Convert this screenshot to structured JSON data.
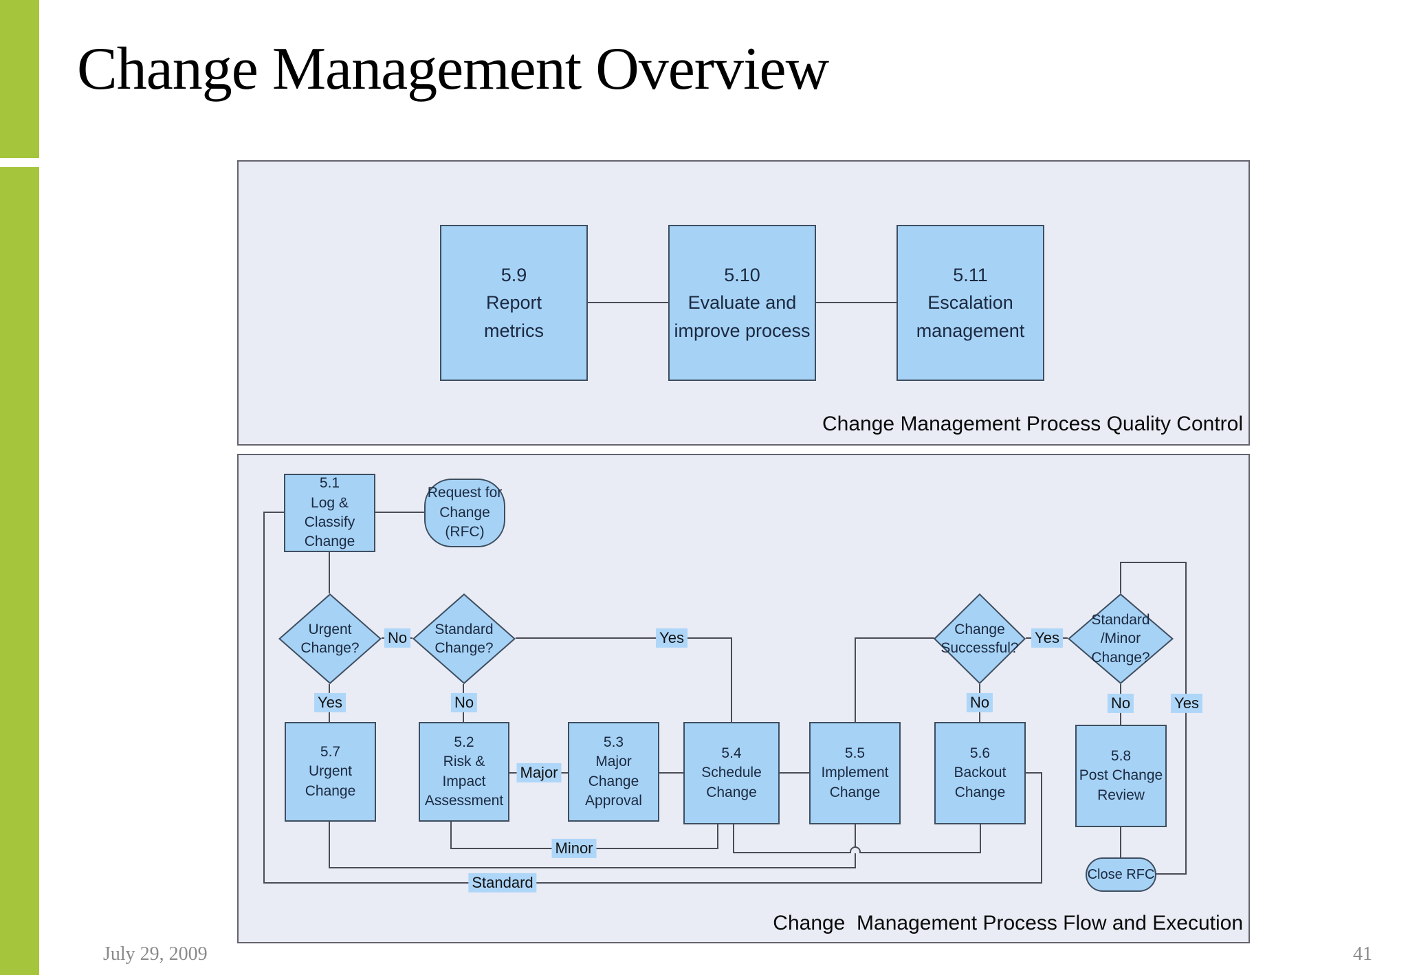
{
  "slide": {
    "title": "Change Management Overview"
  },
  "footer": {
    "date": "July 29, 2009",
    "page": "41"
  },
  "colors": {
    "accent_green": "#a5c53c",
    "diagram_background": "#e9ecf5",
    "node_fill": "#a6d2f5",
    "node_border": "#3e4e60",
    "line": "#4b4b55",
    "edge_label_background": "#aed6f8"
  },
  "diagram": {
    "quality_control": {
      "caption": "Change Management Process Quality Control",
      "nodes": [
        {
          "label": "5.9\nReport\nmetrics"
        },
        {
          "label": "5.10\nEvaluate and\nimprove process"
        },
        {
          "label": "5.11\nEscalation\nmanagement"
        }
      ]
    },
    "flow": {
      "caption": "Change  Management Process Flow and Execution",
      "nodes": {
        "log_classify": "5.1\nLog & Classify\nChange",
        "rfc": "Request for\nChange\n(RFC)",
        "urgent_q": "Urgent\nChange?",
        "standard_q": "Standard\nChange?",
        "success_q": "Change\nSuccessful?",
        "std_minor_q": "Standard\n/Minor\nChange?",
        "urgent": "5.7\nUrgent\nChange",
        "risk": "5.2\nRisk & Impact\nAssessment",
        "approval": "5.3\nMajor\nChange\nApproval",
        "schedule": "5.4\nSchedule\nChange",
        "implement": "5.5\nImplement\nChange",
        "backout": "5.6\nBackout\nChange",
        "review": "5.8\nPost Change\nReview",
        "close_rfc": "Close RFC"
      },
      "edge_labels": {
        "urgent_no": "No",
        "urgent_yes": "Yes",
        "standard_no": "No",
        "standard_yes": "Yes",
        "success_yes": "Yes",
        "success_no": "No",
        "std_minor_no": "No",
        "std_minor_yes": "Yes",
        "major": "Major",
        "minor": "Minor",
        "standard_path": "Standard"
      }
    }
  }
}
